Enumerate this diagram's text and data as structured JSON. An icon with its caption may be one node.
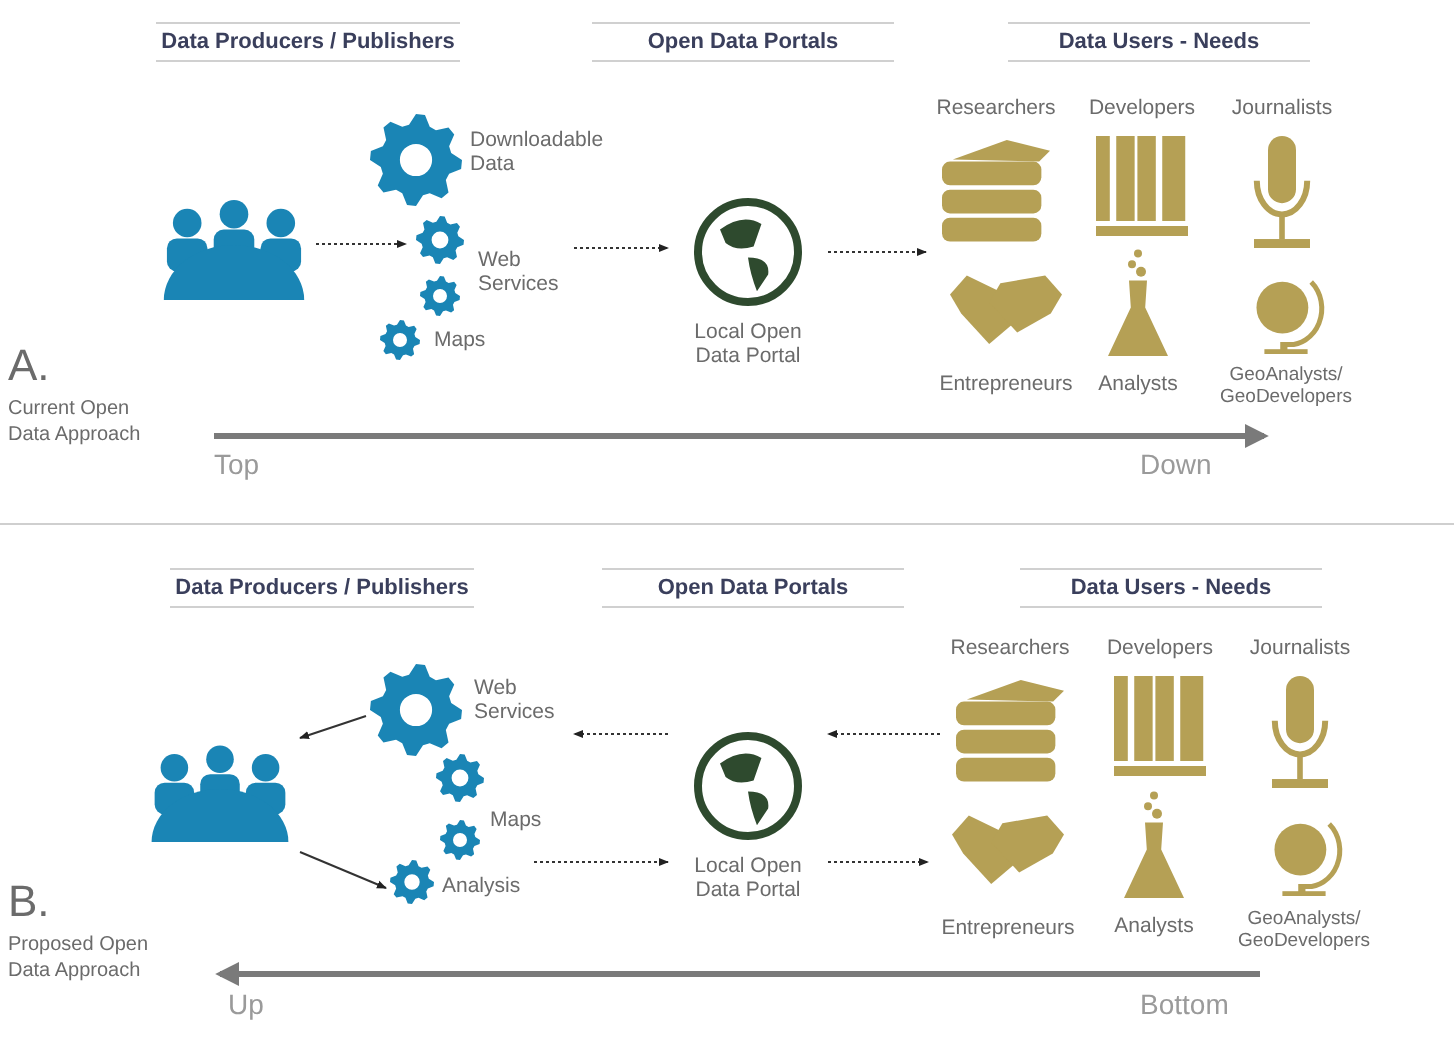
{
  "diagram": {
    "nodes": [
      {
        "text": [],
        "shape": "person"
      },
      {
        "text": [
          "Downloadable Data"
        ]
      },
      {
        "text": [
          "Web Services"
        ]
      },
      {
        "text": [
          "Maps"
        ]
      },
      {
        "text": [
          "Local Open Data Portal"
        ]
      },
      {
        "text": [
          "Researchers"
        ]
      },
      {
        "text": [
          "Developers"
        ]
      },
      {
        "text": [
          "Journalists"
        ]
      },
      {
        "text": [
          "Entrepreneurs"
        ]
      },
      {
        "text": [
          "Analysts"
        ]
      },
      {
        "text": [
          "GeoAnalysts/ GeoDevelopers"
        ]
      },
      {
        "text": [],
        "shape": "person"
      },
      {
        "text": [
          "Web Services"
        ]
      },
      {
        "text": [
          "Maps"
        ]
      },
      {
        "text": [
          "Analysis"
        ]
      },
      {
        "text": [
          "Local Open Data Portal"
        ]
      },
      {
        "text": [
          "Researchers"
        ]
      },
      {
        "text": [
          "Developers"
        ]
      },
      {
        "text": [
          "Journalists"
        ]
      },
      {
        "text": [
          "Entrepreneurs"
        ]
      },
      {
        "text": [
          "Analysts"
        ]
      },
      {
        "text": [
          "GeoAnalysts/ GeoDevelopers"
        ]
      }
    ],
    "edges": [
      {
        "from": 0,
        "to": 2,
        "arrow": "to",
        "style": "dashed"
      },
      {
        "from": 2,
        "to": 4,
        "arrow": "to",
        "style": "dashed"
      },
      {
        "from": 4,
        "to": 5,
        "arrow": "to",
        "style": "dashed"
      },
      {
        "from": 12,
        "to": 11,
        "arrow": "to"
      },
      {
        "from": 11,
        "to": 14,
        "arrow": "to"
      },
      {
        "from": 15,
        "to": 12,
        "arrow": "to",
        "style": "dashed"
      },
      {
        "from": 14,
        "to": 15,
        "arrow": "to",
        "style": "dashed"
      },
      {
        "from": 16,
        "to": 15,
        "arrow": "to",
        "style": "dashed"
      },
      {
        "from": 15,
        "to": 19,
        "arrow": "to",
        "style": "dashed"
      }
    ],
    "labels": [
      "Data Producers / Publishers",
      "Open Data Portals",
      "Data Users - Needs",
      "A.",
      "Current Open Data Approach",
      "Top",
      "Down",
      "Data Producers / Publishers",
      "Open Data Portals",
      "Data Users - Needs",
      "B.",
      "Proposed Open Data Approach",
      "Up",
      "Bottom"
    ]
  }
}
